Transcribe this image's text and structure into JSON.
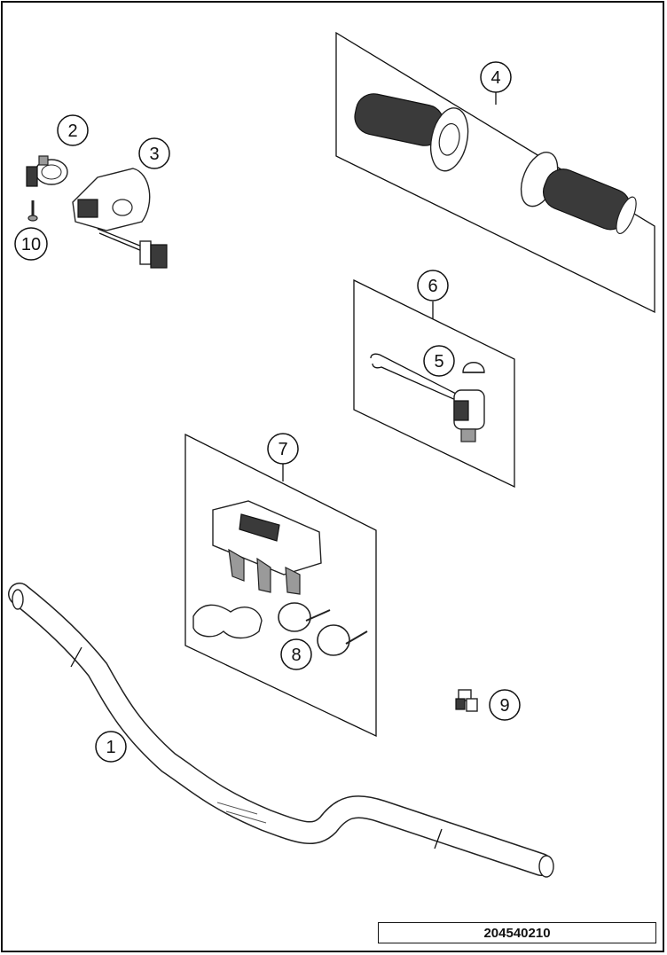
{
  "callouts": [
    "1",
    "2",
    "3",
    "4",
    "5",
    "6",
    "7",
    "8",
    "9",
    "10"
  ],
  "reference_number": "204540210"
}
